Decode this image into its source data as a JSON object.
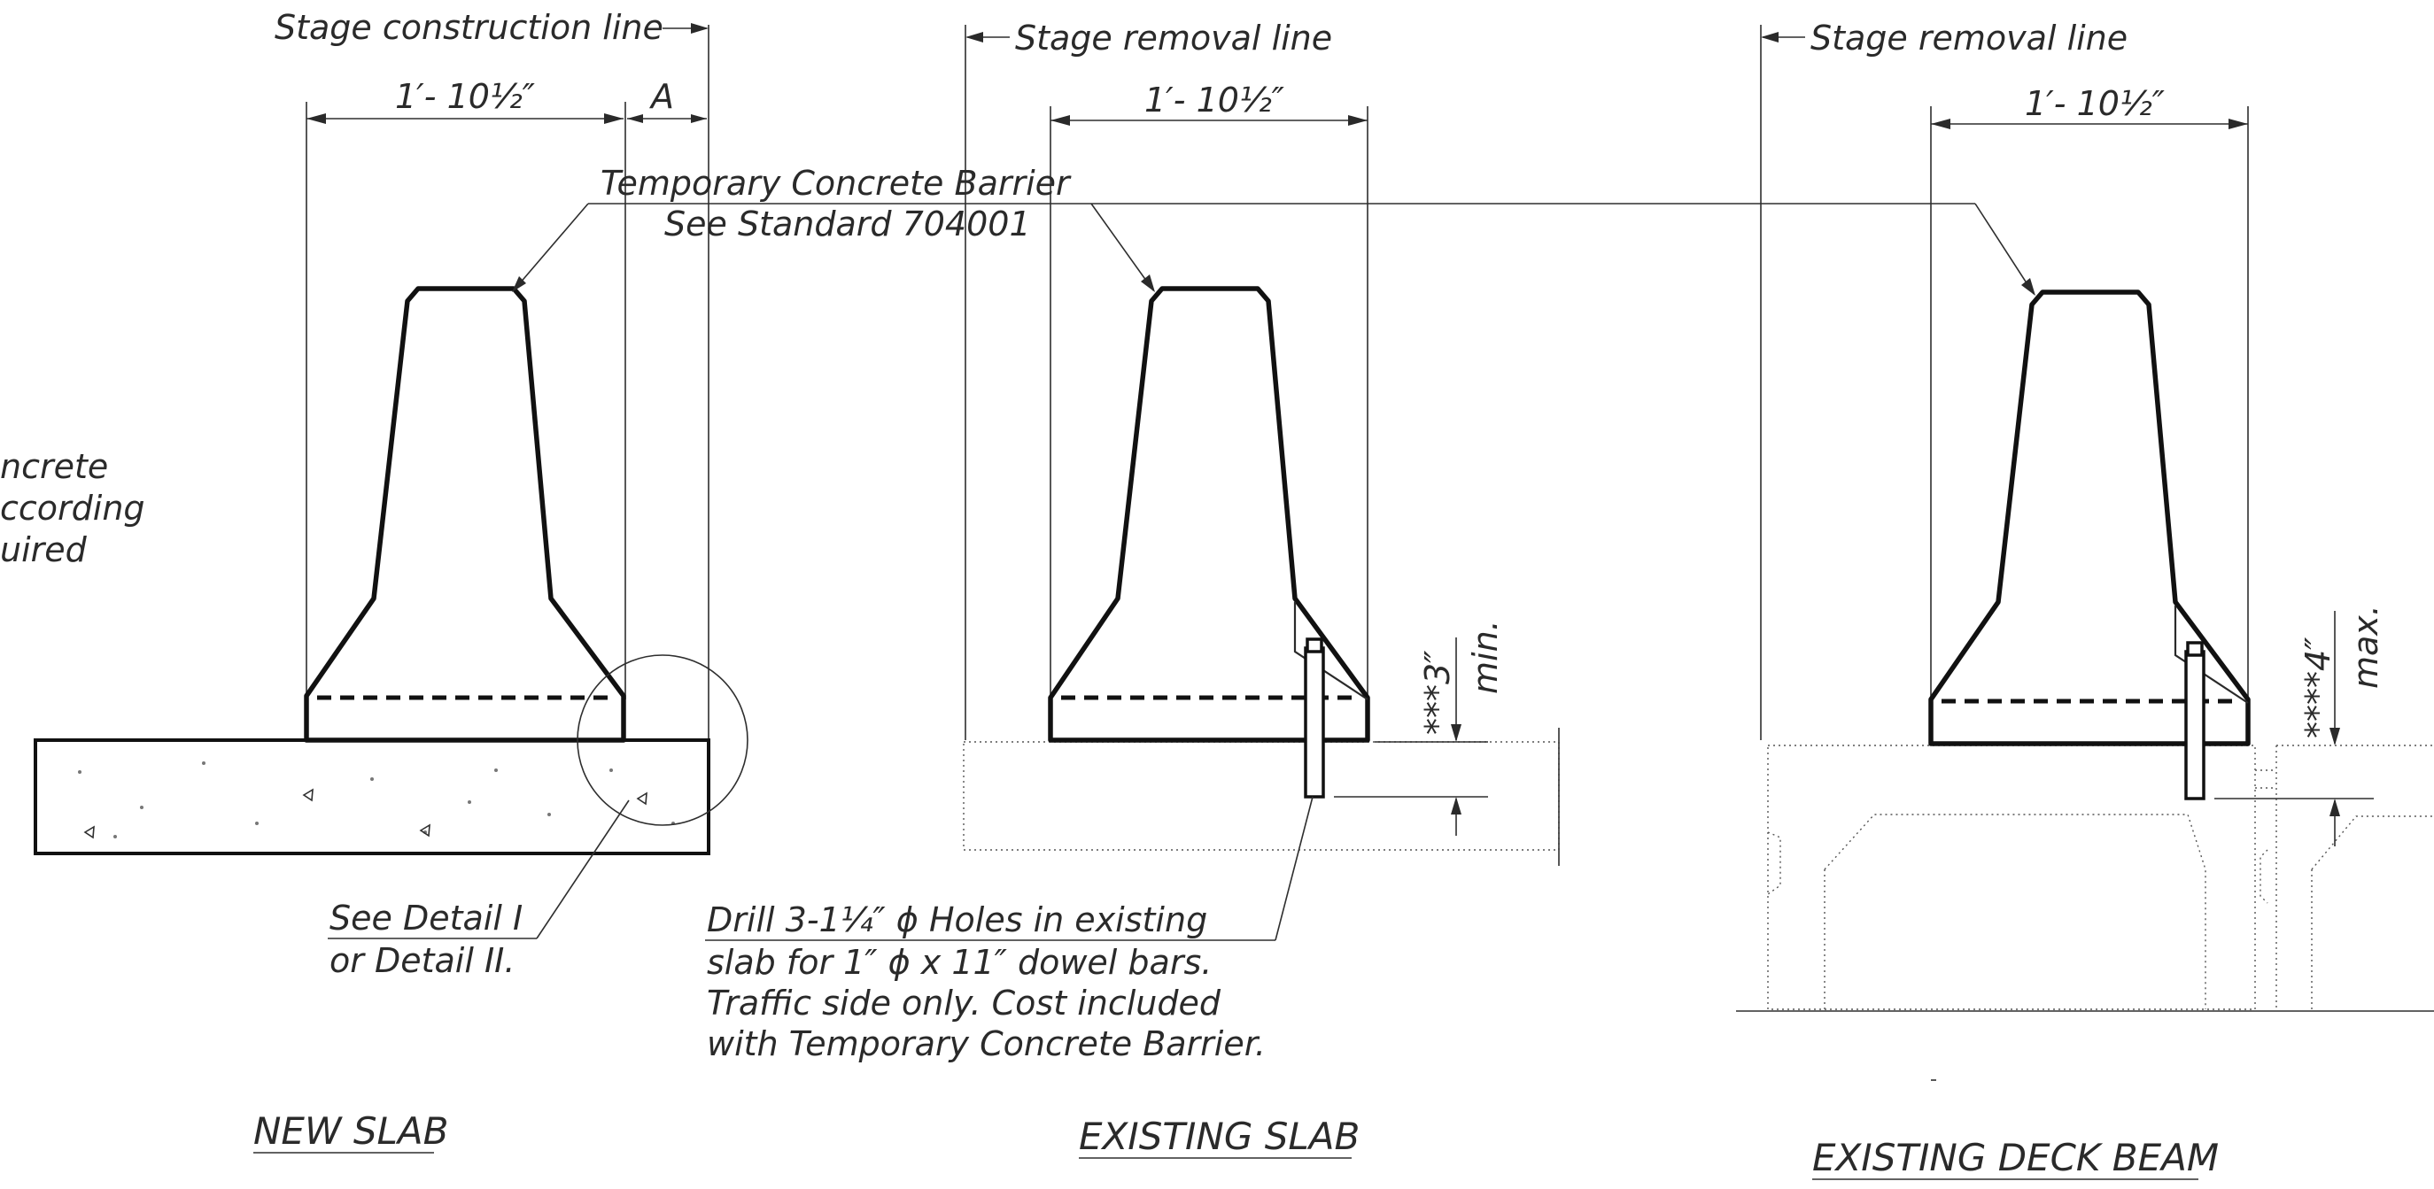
{
  "labels": {
    "stage_construction_line": "Stage construction line",
    "stage_removal_line_1": "Stage removal line",
    "stage_removal_line_2": "Stage removal line",
    "dim_width_1": "1′- 10½″",
    "dim_width_2": "1′- 10½″",
    "dim_width_3": "1′- 10½″",
    "dim_a": "A",
    "barrier_line1": "Temporary  Concrete Barrier",
    "barrier_line2": "See Standard 704001",
    "left_cut_line1": "ncrete",
    "left_cut_line2": "ccording",
    "left_cut_line3": "uired",
    "detail_line1": "See Detail I",
    "detail_line2": "or Detail II.",
    "drill_line1": "Drill 3-1¼″ ϕ Holes in existing",
    "drill_line2": "slab for 1″ ϕ x 11″ dowel bars.",
    "drill_line3": "Traffic side only.  Cost included",
    "drill_line4": "with Temporary Concrete Barrier.",
    "dim_min_value": "***3″",
    "dim_min_word": "min.",
    "dim_max_value": "****4″",
    "dim_max_word": "max."
  },
  "titles": {
    "new_slab": "NEW SLAB",
    "existing_slab": "EXISTING SLAB",
    "existing_deck_beam": "EXISTING DECK BEAM"
  },
  "colors": {
    "line": "#111111",
    "text": "#2a2a2a",
    "background": "#ffffff"
  }
}
